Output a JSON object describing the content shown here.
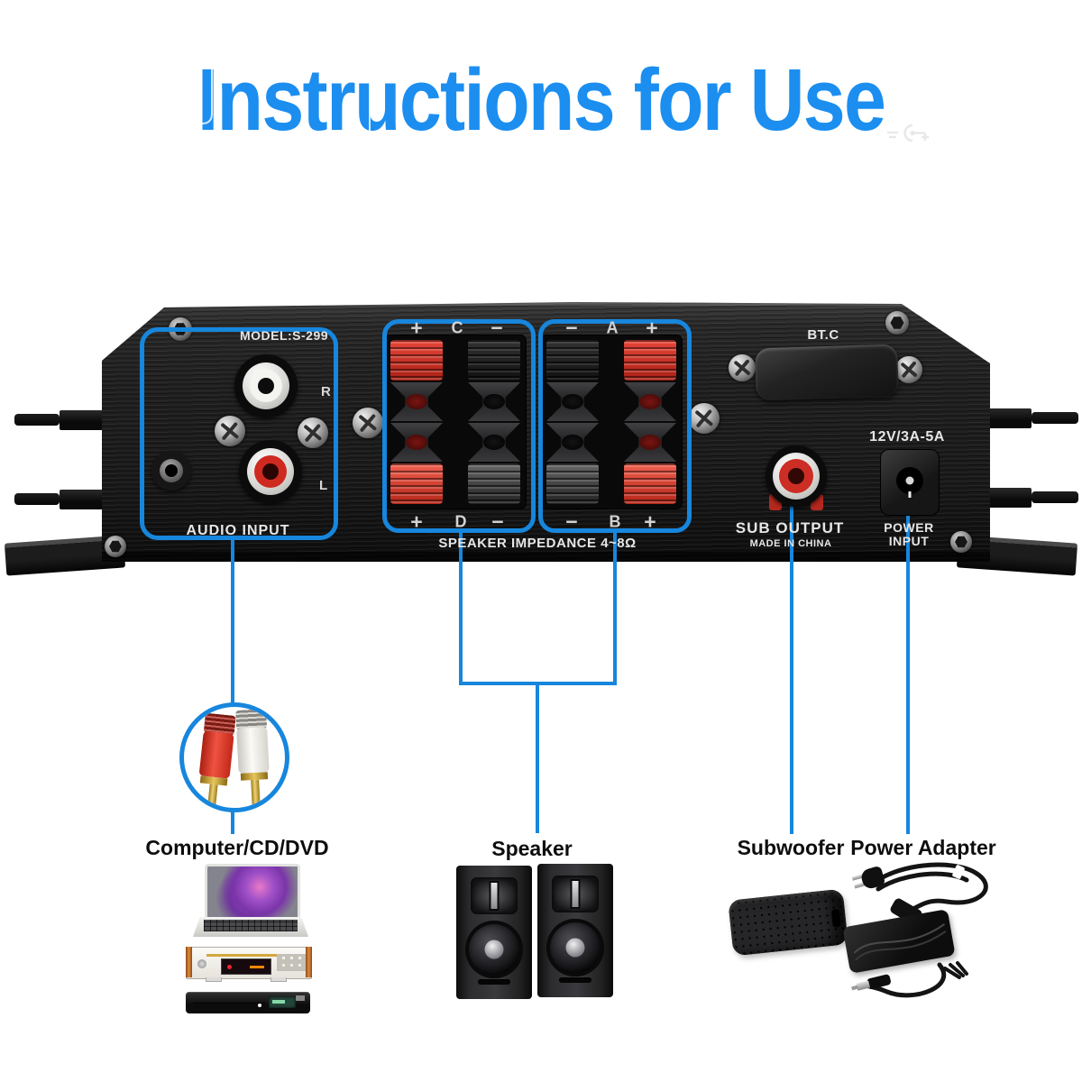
{
  "title": "Instructions for Use",
  "panel": {
    "model": "MODEL:S-299",
    "audio_input": "AUDIO INPUT",
    "channel_right": "R",
    "channel_left": "L",
    "impedance": "SPEAKER IMPEDANCE 4~8Ω",
    "bluetooth": "BT.C",
    "power_spec": "12V/3A-5A",
    "sub_output": "SUB OUTPUT",
    "made_in": "MADE IN CHINA",
    "power_input_1": "POWER",
    "power_input_2": "INPUT",
    "terminals": {
      "c": {
        "left": "+",
        "mid": "C",
        "right": "−"
      },
      "a": {
        "left": "−",
        "mid": "A",
        "right": "+"
      },
      "d": {
        "left": "+",
        "mid": "D",
        "right": "−"
      },
      "b": {
        "left": "−",
        "mid": "B",
        "right": "+"
      }
    }
  },
  "callouts": {
    "source": "Computer/CD/DVD",
    "speaker": "Speaker",
    "subwoofer": "Subwoofer",
    "power_adapter": "Power Adapter"
  },
  "icons": {
    "rca_jack_white": "white RCA input jack",
    "rca_jack_red": "red RCA input jack",
    "aux_jack": "3.5mm aux jack",
    "sub_rca_jack": "subwoofer RCA output jack",
    "dc_power_jack": "DC barrel power jack",
    "dc_polarity_symbol": "center-positive DC polarity symbol",
    "bt_antenna_cover": "bluetooth antenna cover",
    "phillips_screw": "phillips screw",
    "hex_screw": "hex socket screw",
    "rca_cable_plugs": "red and white RCA cable plugs"
  },
  "colors": {
    "title_blue": "#1b8ef0",
    "callout_blue": "#1786dd",
    "terminal_red": "#d23327",
    "panel_black": "#1c1c1c"
  }
}
